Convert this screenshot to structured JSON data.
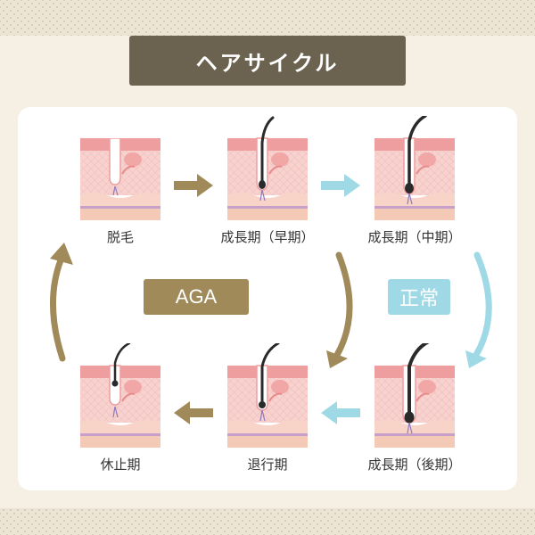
{
  "title": "ヘアサイクル",
  "stages": [
    {
      "id": "shedding",
      "label": "脱毛"
    },
    {
      "id": "anagen-early",
      "label": "成長期（早期）"
    },
    {
      "id": "anagen-mid",
      "label": "成長期（中期）"
    },
    {
      "id": "anagen-late",
      "label": "成長期（後期）"
    },
    {
      "id": "catagen",
      "label": "退行期"
    },
    {
      "id": "telogen",
      "label": "休止期"
    }
  ],
  "badges": {
    "aga": "AGA",
    "normal": "正常"
  },
  "colors": {
    "title_bg": "#6b6350",
    "aga": "#a08a5a",
    "normal": "#9fd9e6",
    "skin": "#f2b8b8",
    "hair": "#2a2a2a"
  }
}
